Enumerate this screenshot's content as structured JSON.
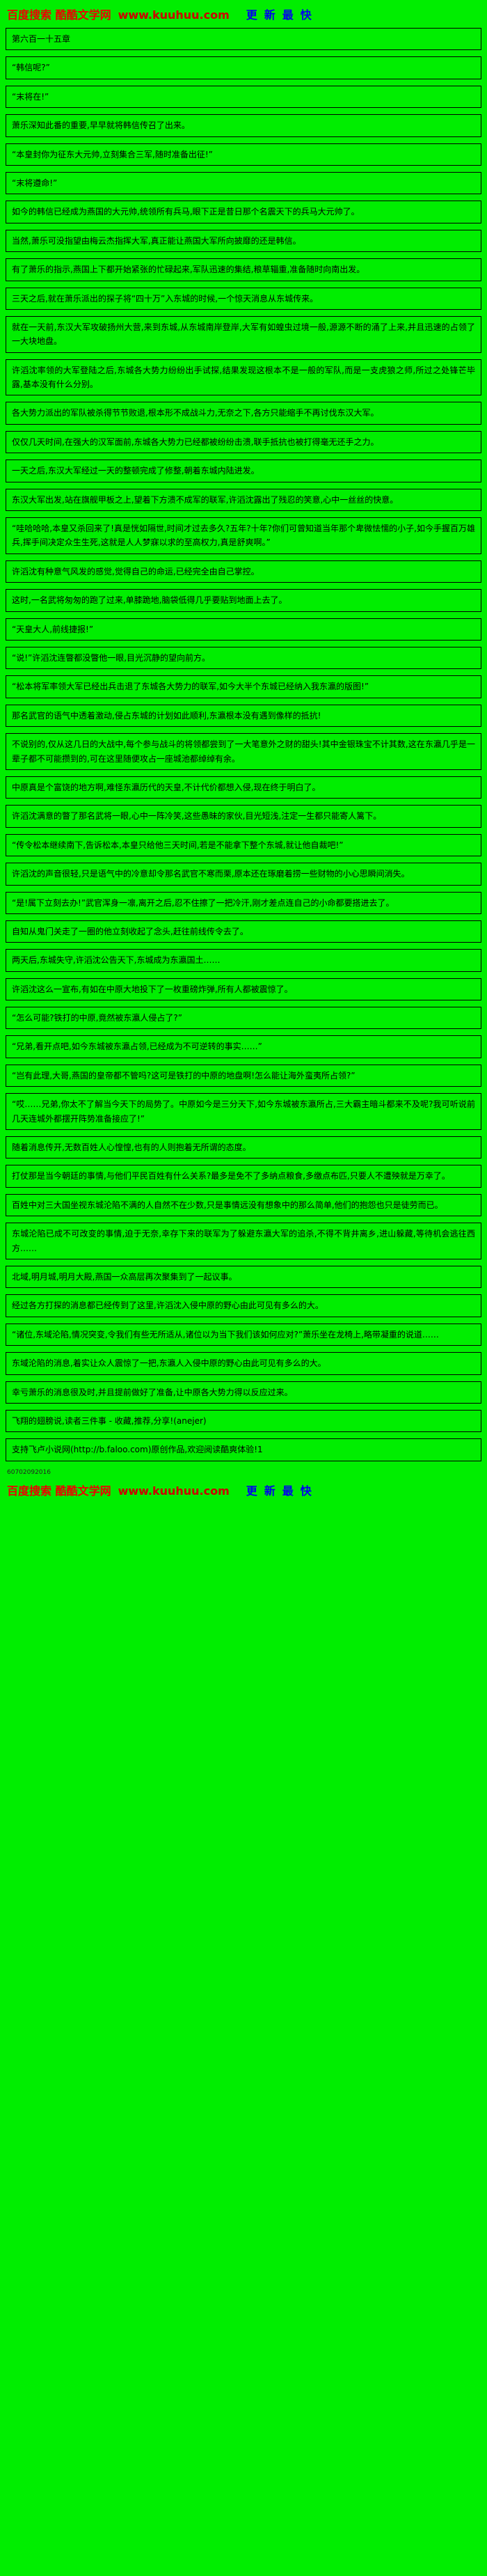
{
  "banner": {
    "site_text": "百度搜索 酷酷文学网",
    "url": "www.kuuhuu.com",
    "tagline": "更新最快"
  },
  "chapter_title": "第六百一十五章",
  "paragraphs": [
    "“韩信呢?”",
    "“末将在!”",
    "萧乐深知此番的重要,早早就将韩信传召了出来。",
    "“本皇封你为征东大元帅,立刻集合三军,随时准备出征!”",
    "“末将遵命!”",
    "如今的韩信已经成为燕国的大元帅,统领所有兵马,眼下正是昔日那个名震天下的兵马大元帅了。",
    "当然,萧乐可没指望由梅云杰指挥大军,真正能让燕国大军所向披靡的还是韩信。",
    "有了萧乐的指示,燕国上下都开始紧张的忙碌起来,军队迅速的集结,粮草辎重,准备随时向南出发。",
    "三天之后,就在萧乐派出的探子将“四十万”入东城的时候,一个惊天消息从东城传来。",
    "就在一天前,东汉大军攻破扬州大营,来到东城,从东城南岸登岸,大军有如蝗虫过境一般,源源不断的涌了上来,并且迅速的占领了一大块地盘。",
    "许滔沈率领的大军登陆之后,东城各大势力纷纷出手试探,结果发现这根本不是一般的军队,而是一支虎狼之师,所过之处锋芒毕露,基本没有什么分别。",
    "各大势力派出的军队被杀得节节败退,根本形不成战斗力,无奈之下,各方只能缩手不再讨伐东汉大军。",
    "仅仅几天时间,在强大的汉军面前,东城各大势力已经都被纷纷击溃,联手抵抗也被打得毫无还手之力。",
    "一天之后,东汉大军经过一天的整顿完成了修整,朝着东城内陆进发。",
    "东汉大军出发,站在旗舰甲板之上,望着下方溃不成军的联军,许滔沈露出了残忍的笑意,心中一丝丝的快意。",
    "“哇哈哈哈,本皇又杀回来了!真是恍如隔世,时间才过去多久?五年?十年?你们可曾知道当年那个卑微怯懦的小子,如今手握百万雄兵,挥手间决定众生生死,这就是人人梦寐以求的至高权力,真是舒爽啊。”",
    "许滔沈有种意气风发的感觉,觉得自己的命运,已经完全由自己掌控。",
    "这时,一名武将匆匆的跑了过来,单膝跪地,脑袋低得几乎要贴到地面上去了。",
    "“天皇大人,前线捷报!”",
    "“说!”许滔沈连瞥都没瞥他一眼,目光沉静的望向前方。",
    "“松本将军率领大军已经出兵击退了东城各大势力的联军,如今大半个东城已经纳入我东瀛的版图!”",
    "那名武官的语气中透着激动,侵占东城的计划如此顺利,东瀛根本没有遇到像样的抵抗!",
    "不说别的,仅从这几日的大战中,每个参与战斗的将领都尝到了一大笔意外之财的甜头!其中金银珠宝不计其数,这在东瀛几乎是一辈子都不可能攒到的,可在这里随便攻占一座城池都绰绰有余。",
    "中原真是个富饶的地方啊,难怪东瀛历代的天皇,不计代价都想入侵,现在终于明白了。",
    "许滔沈满意的瞥了那名武将一眼,心中一阵冷笑,这些愚昧的家伙,目光短浅,注定一生都只能寄人篱下。",
    "“传令松本继续南下,告诉松本,本皇只给他三天时间,若是不能拿下整个东城,就让他自裁吧!”",
    "许滔沈的声音很轻,只是语气中的冷意却令那名武官不寒而栗,原本还在琢磨着捞一些财物的小心思瞬间消失。",
    "“是!属下立刻去办!”武官浑身一凛,离开之后,忍不住擦了一把冷汗,刚才差点连自己的小命都要搭进去了。",
    "自知从鬼门关走了一圈的他立刻收起了念头,赶往前线传令去了。",
    "两天后,东城失守,许滔沈公告天下,东城成为东瀛国土……",
    "许滔沈这么一宣布,有如在中原大地投下了一枚重磅炸弹,所有人都被震惊了。",
    "“怎么可能?铁打的中原,竟然被东瀛人侵占了?”",
    "“兄弟,看开点吧,如今东城被东瀛占领,已经成为不可逆转的事实……”",
    "“岂有此理,大哥,燕国的皇帝都不管吗?这可是铁打的中原的地盘啊!怎么能让海外蛮夷所占领?”",
    "“哎……兄弟,你太不了解当今天下的局势了。中原如今是三分天下,如今东城被东瀛所占,三大霸主暗斗都来不及呢?我可听说前几天连城外都摆开阵势准备接应了!”",
    "随着消息传开,无数百姓人心惶惶,也有的人则抱着无所谓的态度。",
    "打仗那是当今朝廷的事情,与他们平民百姓有什么关系?最多是免不了多纳点粮食,多缴点布匹,只要人不遭殃就是万幸了。",
    "百姓中对三大国坐视东城沦陷不满的人自然不在少数,只是事情远没有想象中的那么简单,他们的抱怨也只是徒劳而已。",
    "东城沦陷已成不可改变的事情,迫于无奈,幸存下来的联军为了躲避东瀛大军的追杀,不得不背井离乡,进山躲藏,等待机会逃往西方……",
    "北域,明月城,明月大殿,燕国一众高层再次聚集到了一起议事。",
    "经过各方打探的消息都已经传到了这里,许滔沈入侵中原的野心由此可见有多么的大。",
    "“诸位,东域沦陷,情况突变,令我们有些无所适从,诸位以为当下我们该如何应对?”萧乐坐在龙椅上,略带凝重的说道……",
    "东域沦陷的消息,着实让众人震惊了一把,东瀛人入侵中原的野心由此可见有多么的大。",
    "幸亏萧乐的消息很及时,并且提前做好了准备,让中原各大势力得以反应过来。"
  ],
  "footer": {
    "promo": "飞翔的翅膀说,读者三件事 - 收藏,推荐,分享!(anejer)",
    "support": "支持飞卢小说网(http://b.faloo.com)原创作品,欢迎阅读酷爽体验!1",
    "page_id": "60702092016"
  }
}
